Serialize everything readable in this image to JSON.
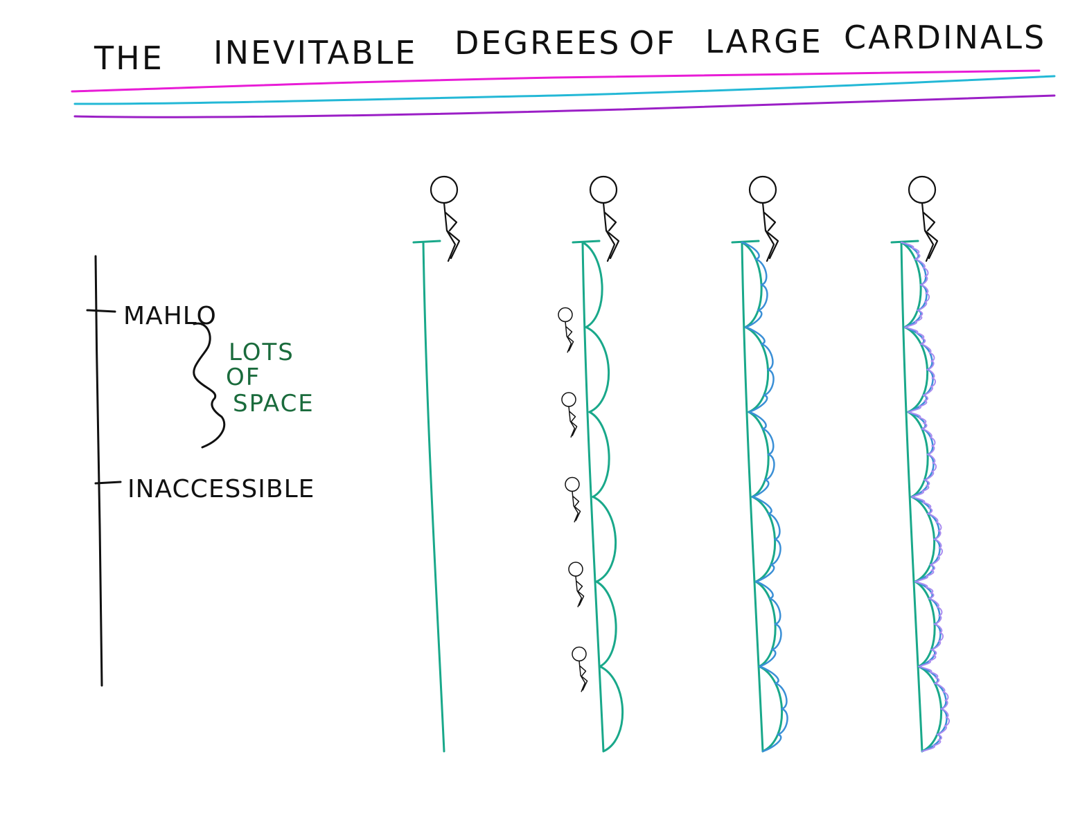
{
  "title": {
    "words": [
      "THE",
      "INEVITABLE",
      "DEGREES",
      "OF",
      "LARGE",
      "CARDINALS"
    ]
  },
  "scale": {
    "labels": {
      "mahlo": "MAHLO",
      "inaccessible": "INACCESSIBLE"
    },
    "note": {
      "lines": [
        "LOTS",
        "OF",
        "SPACE"
      ],
      "color": "#1a6b3c"
    }
  },
  "colors": {
    "title_underline_1": "#e81cd6",
    "title_underline_2": "#23b8d6",
    "title_underline_3": "#9b1fc6",
    "tower_level_1": "#19a88a",
    "tower_level_2": "#3a8fd6",
    "tower_level_3": "#a98cf0",
    "ink": "#111111"
  },
  "towers": [
    {
      "name": "tower-1",
      "depth": 0
    },
    {
      "name": "tower-2",
      "depth": 1
    },
    {
      "name": "tower-3",
      "depth": 2
    },
    {
      "name": "tower-4",
      "depth": 3
    }
  ]
}
